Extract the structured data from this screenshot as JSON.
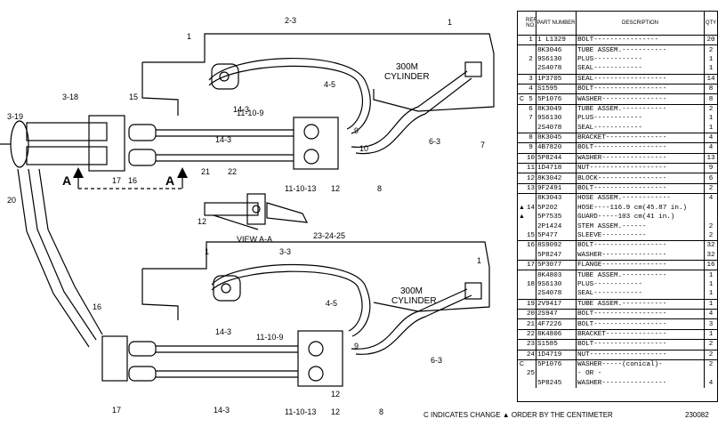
{
  "diagram": {
    "upper_cylinder_label": "300M\nCYLINDER",
    "lower_cylinder_label": "300M\nCYLINDER",
    "view_label": "VIEW A-A",
    "section_marker": "A",
    "callouts_upper": [
      "1",
      "2-3",
      "3-18",
      "3-19",
      "15",
      "14-3",
      "14-3",
      "4-5",
      "11-10-9",
      "11-10-13",
      "12",
      "8",
      "6-3",
      "7",
      "1",
      "17",
      "16",
      "20",
      "9",
      "10"
    ],
    "callouts_view": [
      "21",
      "22",
      "12",
      "23-24-25"
    ],
    "callouts_lower": [
      "1",
      "3-3",
      "4-5",
      "16",
      "14-3",
      "11-10-9",
      "11-10-13",
      "12",
      "8",
      "6-3",
      "14-3",
      "17",
      "12",
      "1",
      "9"
    ]
  },
  "table": {
    "headers": {
      "ref": "REF NO.",
      "part": "PART NUMBER",
      "desc": "DESCRIPTION",
      "qty": "QTY"
    },
    "rows": [
      {
        "mark": "",
        "ref": "1",
        "part": "1 L1329",
        "desc": "BOLT----------------",
        "qty": "20",
        "grp": true
      },
      {
        "mark": "",
        "ref": "",
        "part": "8K3046",
        "desc": "TUBE ASSEM.-----------",
        "qty": "2",
        "grp": true
      },
      {
        "mark": "",
        "ref": "2",
        "part": "9S6130",
        "desc": "   PLUS------------",
        "qty": "1",
        "grp": false
      },
      {
        "mark": "",
        "ref": "",
        "part": "2S4078",
        "desc": "   SEAL------------",
        "qty": "1",
        "grp": false
      },
      {
        "mark": "",
        "ref": "3",
        "part": "1P3705",
        "desc": "SEAL------------------",
        "qty": "14",
        "grp": true
      },
      {
        "mark": "",
        "ref": "4",
        "part": "S1595",
        "desc": "BOLT------------------",
        "qty": "8",
        "grp": true
      },
      {
        "mark": "C",
        "ref": "5",
        "part": "5P1076",
        "desc": "WASHER----------------",
        "qty": "8",
        "grp": true
      },
      {
        "mark": "",
        "ref": "6",
        "part": "8K3049",
        "desc": "TUBE ASSEM.-----------",
        "qty": "2",
        "grp": true
      },
      {
        "mark": "",
        "ref": "7",
        "part": "9S6130",
        "desc": "   PLUS------------",
        "qty": "1",
        "grp": false
      },
      {
        "mark": "",
        "ref": "",
        "part": "2S4078",
        "desc": "   SEAL------------",
        "qty": "1",
        "grp": false
      },
      {
        "mark": "",
        "ref": "8",
        "part": "8K3045",
        "desc": "BRACKET---------------",
        "qty": "4",
        "grp": true
      },
      {
        "mark": "",
        "ref": "9",
        "part": "4B7820",
        "desc": "BOLT------------------",
        "qty": "4",
        "grp": true
      },
      {
        "mark": "",
        "ref": "10",
        "part": "5P8244",
        "desc": "WASHER----------------",
        "qty": "13",
        "grp": true
      },
      {
        "mark": "",
        "ref": "11",
        "part": "1D4718",
        "desc": "NUT-------------------",
        "qty": "9",
        "grp": true
      },
      {
        "mark": "",
        "ref": "12",
        "part": "8K3042",
        "desc": "BLOCK-----------------",
        "qty": "6",
        "grp": true
      },
      {
        "mark": "",
        "ref": "13",
        "part": "9F2491",
        "desc": "BOLT------------------",
        "qty": "2",
        "grp": true
      },
      {
        "mark": "",
        "ref": "",
        "part": "8K3043",
        "desc": "HOSE ASSEM.------------",
        "qty": "4",
        "grp": true
      },
      {
        "mark": "▲",
        "ref": "14",
        "part": "5P202",
        "desc": "  HOSE----116.9 cm(45.87 in.)",
        "qty": "",
        "grp": false
      },
      {
        "mark": "▲",
        "ref": "",
        "part": "5P7535",
        "desc": "  GUARD-----103 cm(41 in.)",
        "qty": "",
        "grp": false
      },
      {
        "mark": "",
        "ref": "",
        "part": "2P1424",
        "desc": "  STEM ASSEM.------",
        "qty": "2",
        "grp": false
      },
      {
        "mark": "",
        "ref": "15",
        "part": "5P477",
        "desc": "  SLEEVE-----------",
        "qty": "2",
        "grp": false
      },
      {
        "mark": "",
        "ref": "16",
        "part": "8S9092",
        "desc": "BOLT------------------",
        "qty": "32",
        "grp": true
      },
      {
        "mark": "",
        "ref": "",
        "part": "5P8247",
        "desc": "WASHER----------------",
        "qty": "32",
        "grp": false
      },
      {
        "mark": "",
        "ref": "17",
        "part": "5P3077",
        "desc": "FLANGE----------------",
        "qty": "16",
        "grp": true
      },
      {
        "mark": "",
        "ref": "",
        "part": "8K4803",
        "desc": "TUBE ASSEM.-----------",
        "qty": "1",
        "grp": true
      },
      {
        "mark": "",
        "ref": "18",
        "part": "9S6130",
        "desc": "   PLUS------------",
        "qty": "1",
        "grp": false
      },
      {
        "mark": "",
        "ref": "",
        "part": "2S4078",
        "desc": "   SEAL------------",
        "qty": "1",
        "grp": false
      },
      {
        "mark": "",
        "ref": "19",
        "part": "2V9417",
        "desc": "TUBE ASSEM.-----------",
        "qty": "1",
        "grp": true
      },
      {
        "mark": "",
        "ref": "20",
        "part": "2S947",
        "desc": "BOLT------------------",
        "qty": "4",
        "grp": true
      },
      {
        "mark": "",
        "ref": "21",
        "part": "4F7226",
        "desc": "BOLT------------------",
        "qty": "3",
        "grp": true
      },
      {
        "mark": "",
        "ref": "22",
        "part": "8K4806",
        "desc": "BRACKET---------------",
        "qty": "1",
        "grp": true
      },
      {
        "mark": "",
        "ref": "23",
        "part": "S1585",
        "desc": "BOLT------------------",
        "qty": "2",
        "grp": true
      },
      {
        "mark": "",
        "ref": "24",
        "part": "1D4719",
        "desc": "NUT-------------------",
        "qty": "2",
        "grp": true
      },
      {
        "mark": "C",
        "ref": "",
        "part": "5P1076",
        "desc": "WASHER-----(conical)-",
        "qty": "2",
        "grp": true
      },
      {
        "mark": "",
        "ref": "25",
        "part": "",
        "desc": "           - OR -",
        "qty": "",
        "grp": false
      },
      {
        "mark": "",
        "ref": "",
        "part": "5P8245",
        "desc": "WASHER----------------",
        "qty": "4",
        "grp": false
      }
    ]
  },
  "footer": {
    "note": "C INDICATES CHANGE  ▲ ORDER BY THE CENTIMETER",
    "page_number": "230082"
  }
}
